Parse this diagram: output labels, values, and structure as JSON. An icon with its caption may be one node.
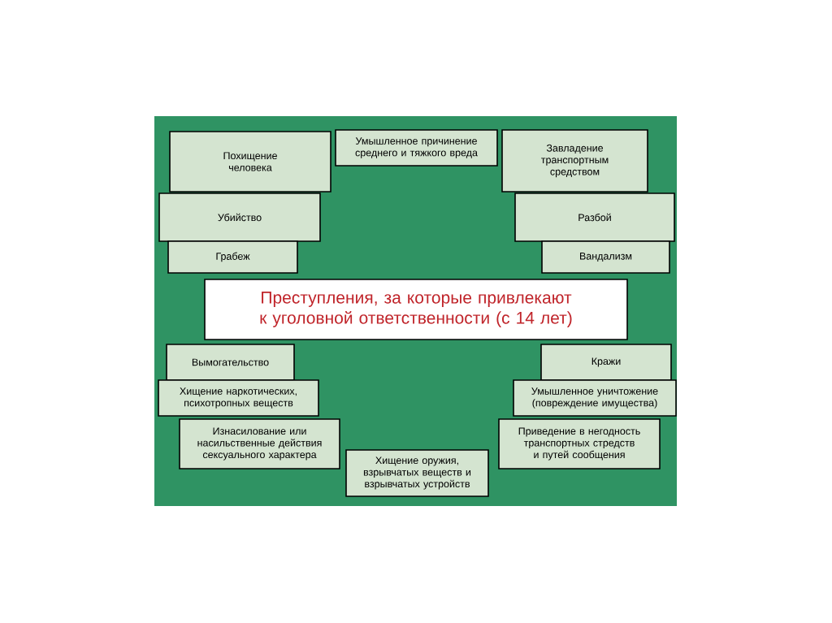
{
  "diagram": {
    "nodes": [
      {
        "text": [
          "Похищение человека"
        ]
      },
      {
        "text": [
          "Умышленное причинение среднего и тяжкого вреда"
        ]
      },
      {
        "text": [
          "Завладение транспортным средством"
        ]
      },
      {
        "text": [
          "Убийство"
        ]
      },
      {
        "text": [
          "Разбой"
        ]
      },
      {
        "text": [
          "Грабеж"
        ]
      },
      {
        "text": [
          "Вандализм"
        ]
      },
      {
        "text": [
          "Преступления, за которые привлекают к уголовной ответственности (с 14 лет)"
        ]
      },
      {
        "text": [
          "Вымогательство"
        ]
      },
      {
        "text": [
          "Кражи"
        ]
      },
      {
        "text": [
          "Хищение наркотических, психотропных веществ"
        ]
      },
      {
        "text": [
          "Умышленное уничтожение (повреждение имущества)"
        ]
      },
      {
        "text": [
          "Изнасилование или насильственные действия сексуального характера"
        ]
      },
      {
        "text": [
          "Приведение в негодность транспортных стредств и путей сообщения"
        ]
      },
      {
        "text": [
          "Хищение оружия, взрывчатых веществ и взрывчатых устройств"
        ]
      }
    ]
  }
}
